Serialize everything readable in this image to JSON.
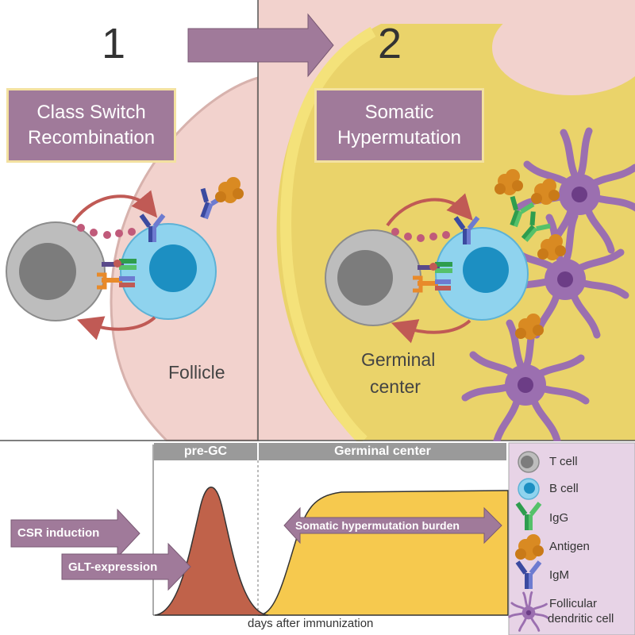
{
  "steps": {
    "step1": {
      "number": "1",
      "title_line1": "Class Switch",
      "title_line2": "Recombination",
      "region": "Follicle"
    },
    "step2": {
      "number": "2",
      "title_line1": "Somatic",
      "title_line2": "Hypermutation",
      "region_line1": "Germinal",
      "region_line2": "center"
    }
  },
  "timeline": {
    "phase_pre_gc": "pre-GC",
    "phase_gc": "Germinal center",
    "xlabel": "days after immunization",
    "arrows": {
      "csr": "CSR induction",
      "glt": "GLT-expression",
      "shm": "Somatic hypermutation burden"
    }
  },
  "legend": {
    "t_cell": "T cell",
    "b_cell": "B cell",
    "igg": "IgG",
    "antigen": "Antigen",
    "igm": "IgM",
    "fdc_line1": "Follicular",
    "fdc_line2": "dendritic cell"
  },
  "colors": {
    "follicle": "#f2d2cd",
    "germinal_center": "#f4e27a",
    "title_box": "#a07a9a",
    "arrow": "#a07a9a",
    "t_cell": "#bdbdbd",
    "b_cell": "#8fd3ee",
    "fdc": "#9b6fb0",
    "antigen": "#d98a22",
    "csr_curve": "#c0624a",
    "shm_curve": "#f6c94e"
  }
}
